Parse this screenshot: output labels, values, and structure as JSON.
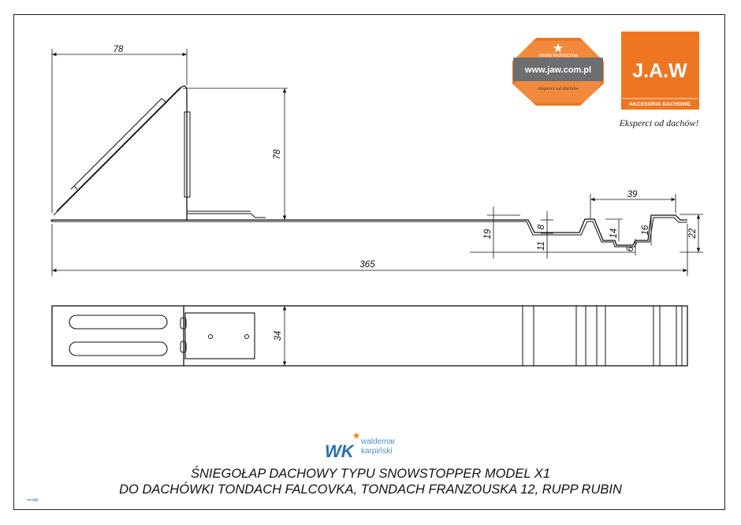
{
  "title": {
    "line1": "ŚNIEGOŁAP DACHOWY TYPU SNOWSTOPPER MODEL X1",
    "line2": "DO DACHÓWKI TONDACH FALCOVKA, TONDACH FRANZOUSKA 12, RUPP RUBIN"
  },
  "dimensions": {
    "overall_length": "365",
    "bracket_width": "78",
    "bracket_height": "78",
    "strip_width": "34",
    "profile_width": "39",
    "profile_total_height": "19",
    "dim_8": "8",
    "dim_11": "11",
    "dim_14": "14",
    "dim_6": "6",
    "dim_16": "16",
    "dim_22": "22"
  },
  "logos": {
    "badge_top": "strefa techniczna",
    "badge_url": "www.jaw.com.pl",
    "badge_bottom": "eksperci od dachów",
    "jaw_title": "J.A.W",
    "jaw_subtitle": "AKCESORIA DACHOWE",
    "jaw_tagline": "Eksperci od dachów!",
    "wk_mark": "WK",
    "wk_first": "waldemar",
    "wk_last": "karpiński",
    "corner_mark": "wk"
  },
  "colors": {
    "jaw_orange": "#ee7623",
    "badge_gray": "#6d6e71",
    "wk_blue": "#2a6fb3",
    "wk_orange": "#f08a24"
  }
}
